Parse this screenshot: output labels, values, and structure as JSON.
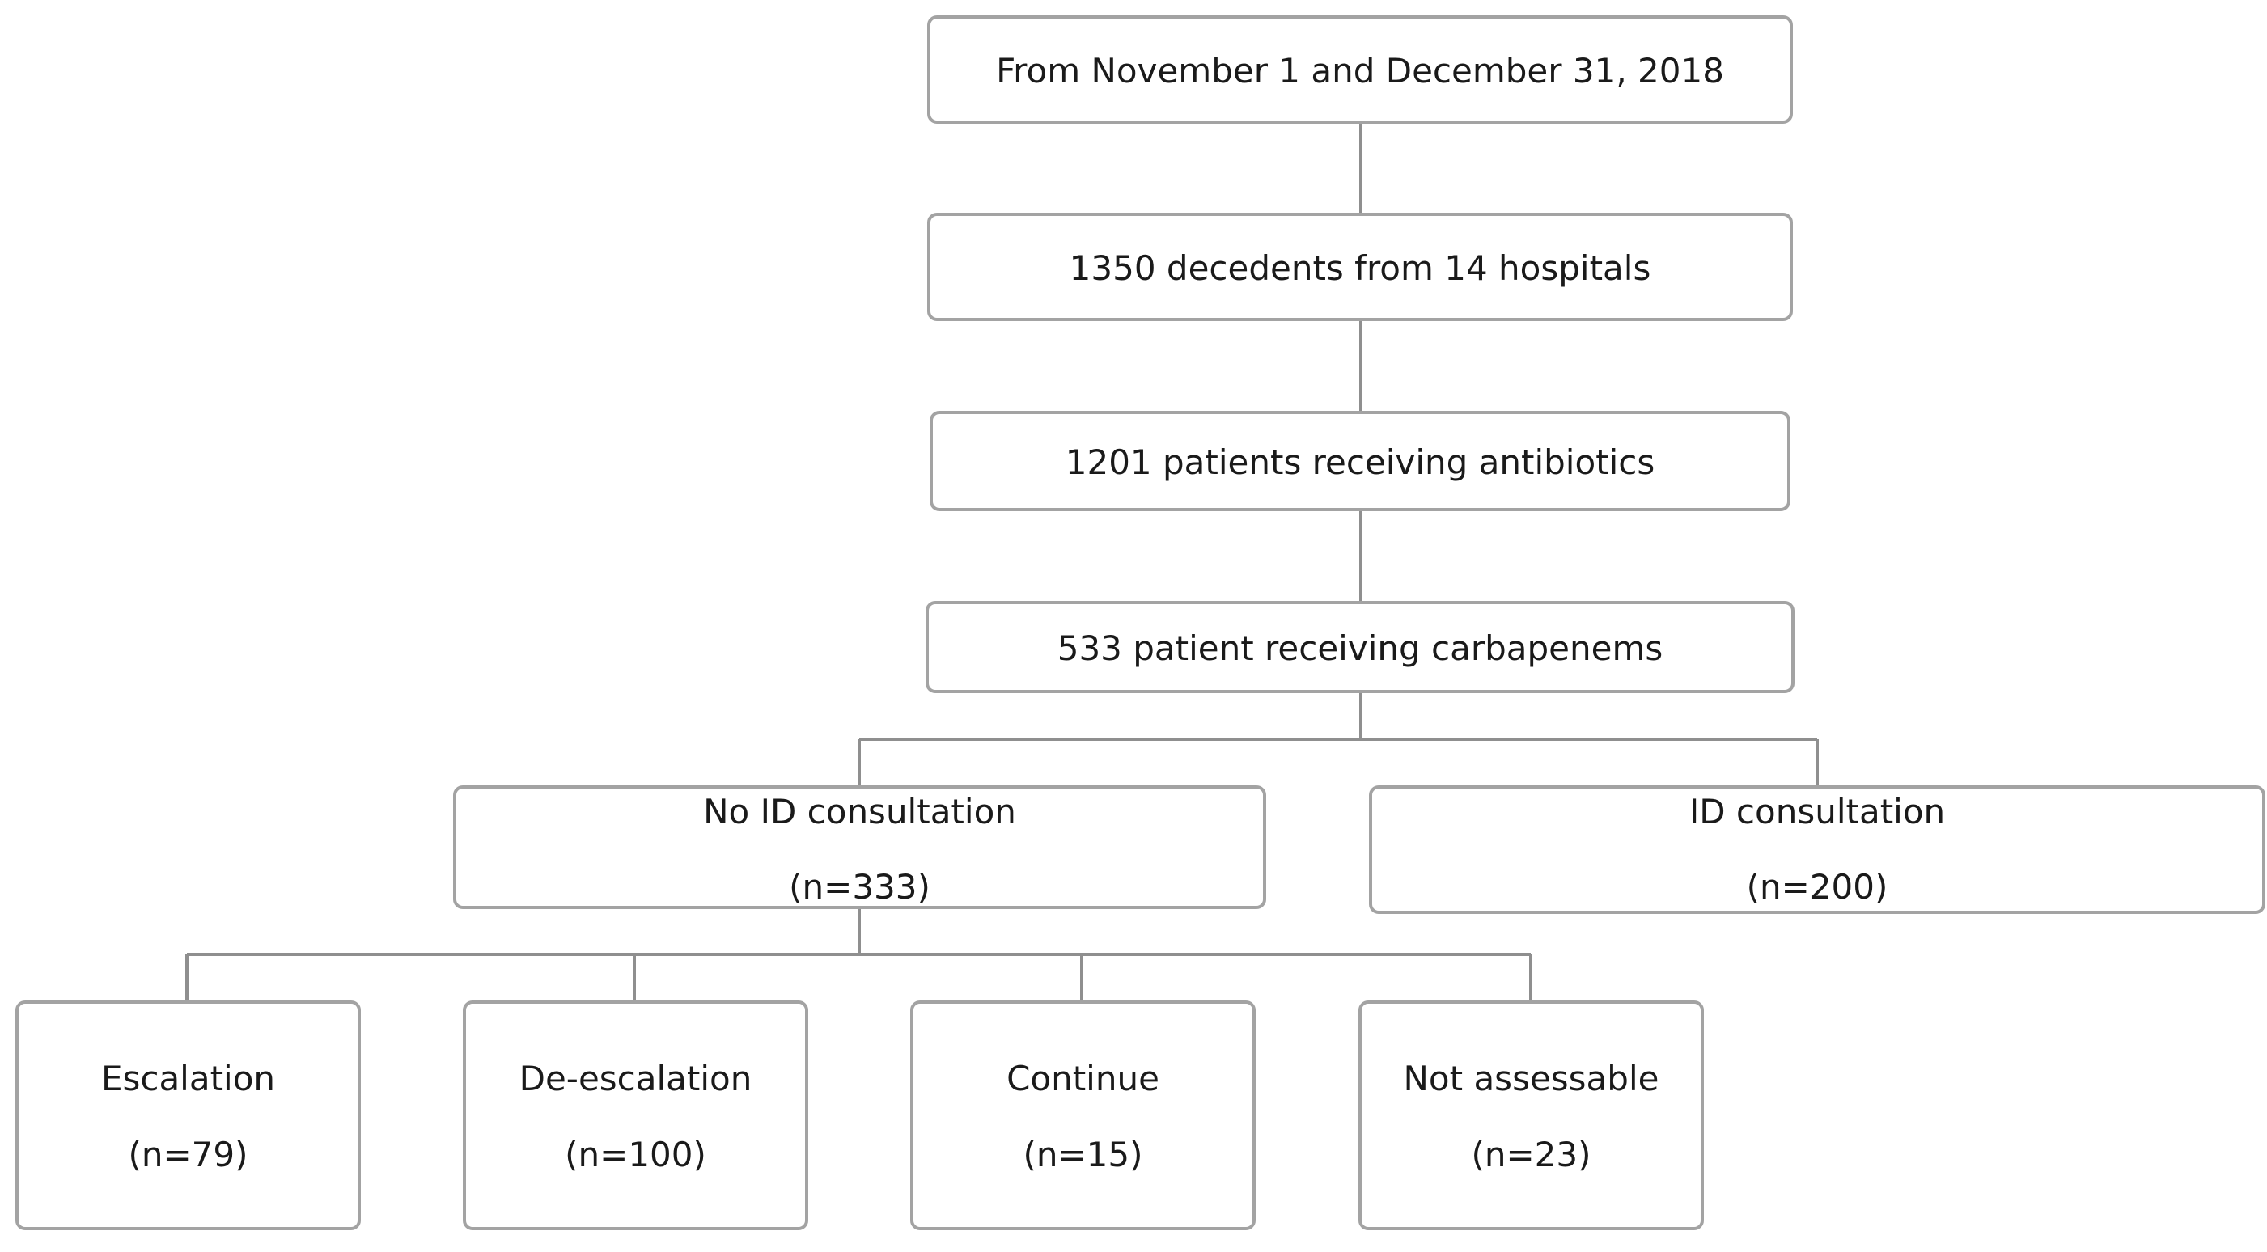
{
  "diagram": {
    "period": "From November 1 and December 31, 2018",
    "decedents": "1350 decedents from 14 hospitals",
    "antibiotics": "1201 patients receiving antibiotics",
    "carbapenems": "533 patient receiving carbapenems",
    "no_id": {
      "label": "No ID consultation",
      "count": "(n=333)"
    },
    "id": {
      "label": "ID consultation",
      "count": "(n=200)"
    },
    "outcomes": [
      {
        "label": "Escalation",
        "count": "(n=79)"
      },
      {
        "label": "De-escalation",
        "count": "(n=100)"
      },
      {
        "label": "Continue",
        "count": "(n=15)"
      },
      {
        "label": "Not assessable",
        "count": "(n=23)"
      }
    ]
  }
}
